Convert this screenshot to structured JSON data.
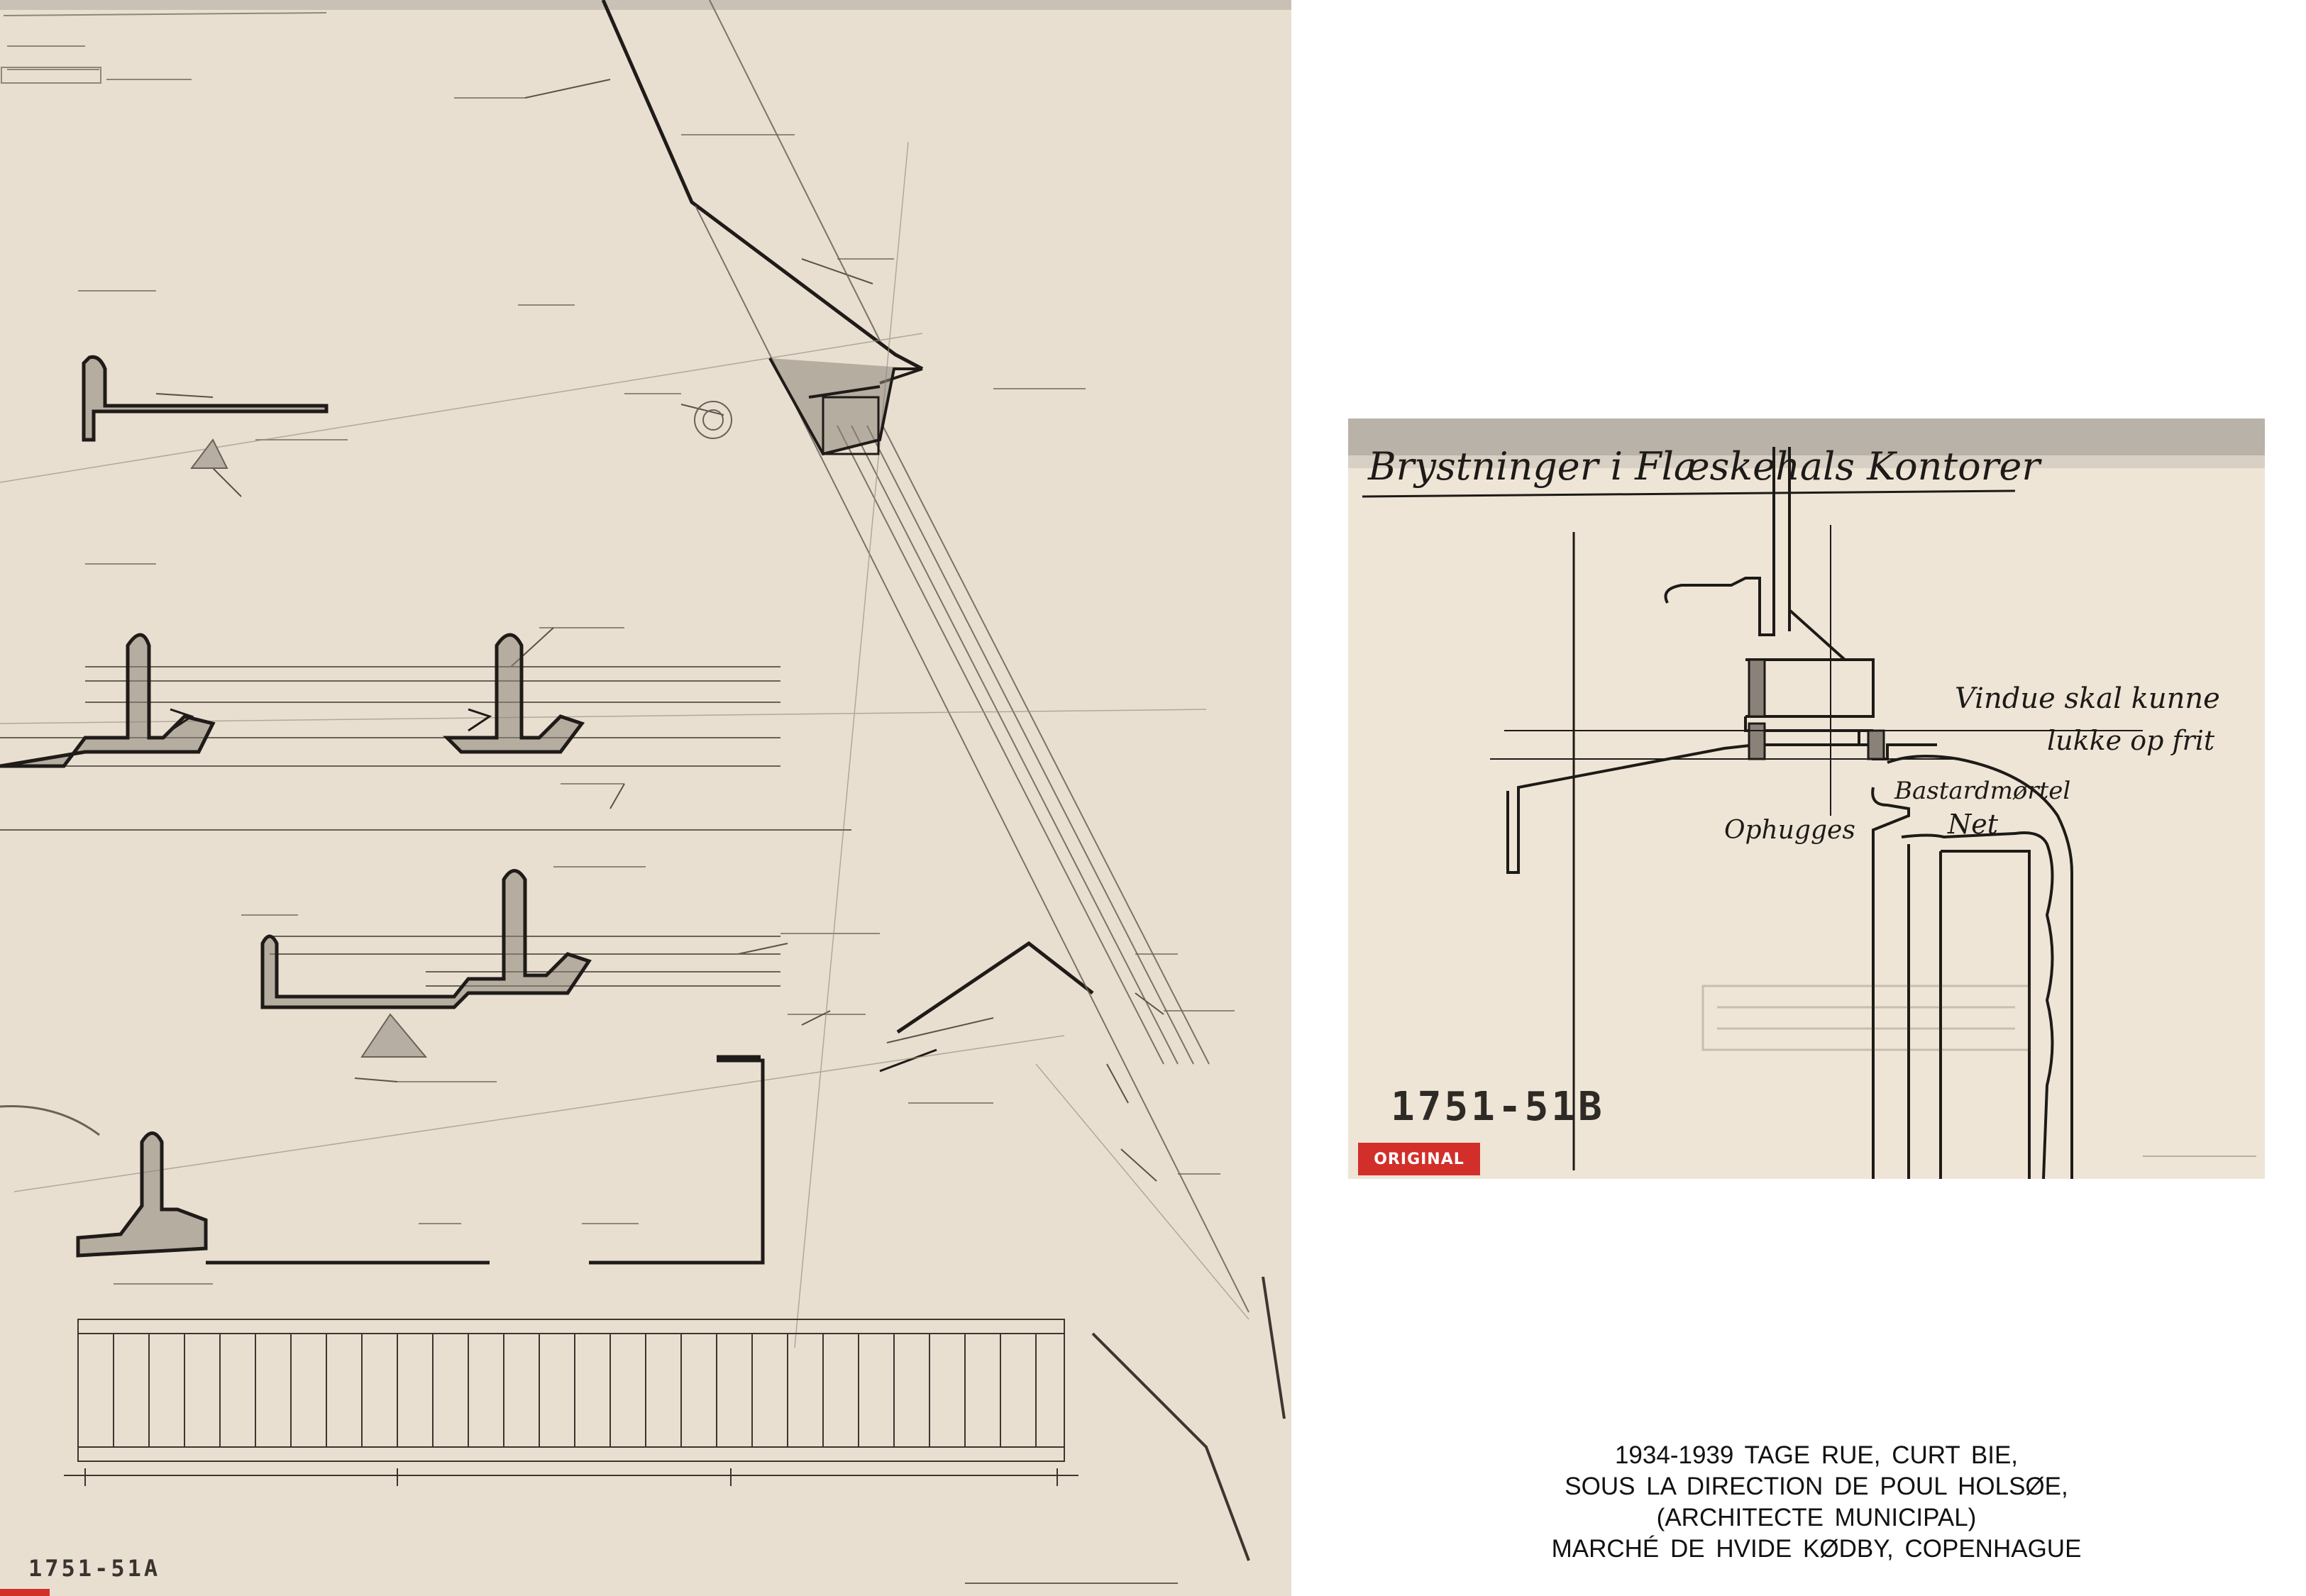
{
  "sheet_a": {
    "number": "1751-51A"
  },
  "sheet_b": {
    "title": "Brystninger i Flæskehals Kontorer",
    "notes": {
      "vindue_line1": "Vindue skal kunne",
      "vindue_line2": "lukke op frit",
      "bastard": "Bastardmørtel",
      "net": "Net",
      "ophugges": "Ophugges"
    },
    "number": "1751-51B",
    "stamp": "ORIGINAL"
  },
  "caption": {
    "lines": [
      "1934-1939 TAGE RUE, CURT BIE,",
      "SOUS LA DIRECTION DE POUL HOLSØE,",
      "(ARCHITECTE MUNICIPAL)",
      "MARCHÉ DE HVIDE KØDBY, COPENHAGUE"
    ]
  },
  "colors": {
    "paper_a": "#e9dfd0",
    "paper_b": "#eee5d6",
    "ink": "#1d1a17",
    "stamp_red": "#d22f2a"
  }
}
